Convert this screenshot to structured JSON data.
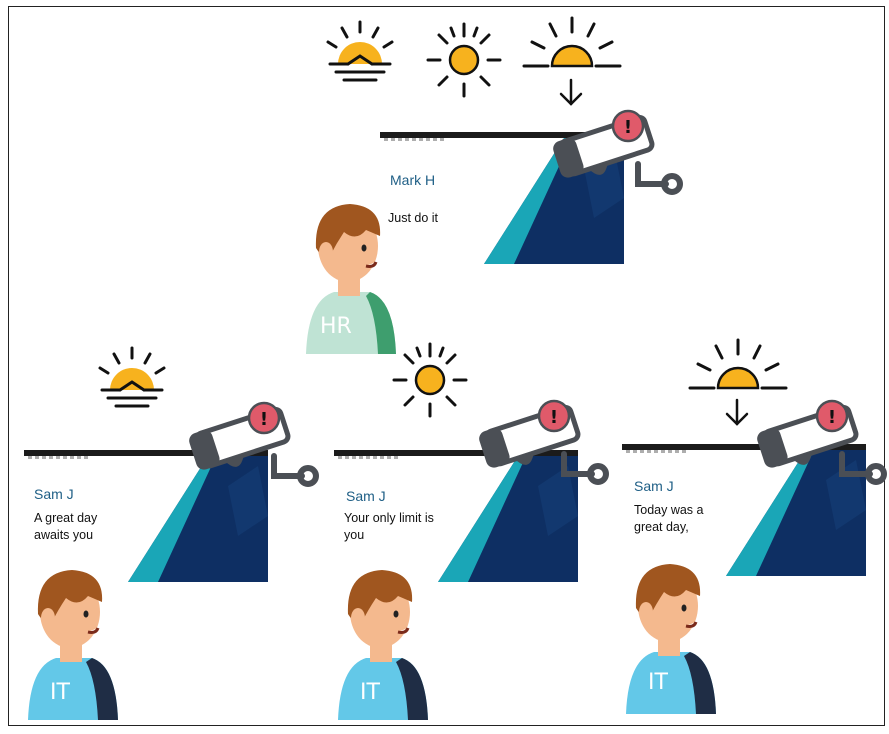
{
  "colors": {
    "sun": "#F7B21E",
    "line": "#111111",
    "slide_dark": "#0E2F63",
    "slide_teal": "#1AA6B7",
    "name_blue": "#1F5F86",
    "alert_red": "#E05A6A",
    "camera_gray": "#4B4F55",
    "hr_shirt": "#BFE3D4",
    "it_shirt": "#63C8E8",
    "jacket": "#1F2D45",
    "hair": "#A0561F",
    "skin": "#F4B98E"
  },
  "icons": [
    "sunrise-icon",
    "sun-icon",
    "sunset-icon",
    "arrow-down-icon",
    "security-camera-icon",
    "alert-icon",
    "person-icon"
  ],
  "top": {
    "slide": {
      "name": "Mark H",
      "message": "Just do it"
    },
    "person_badge": "HR"
  },
  "bottom": [
    {
      "slide": {
        "name": "Sam J",
        "message": "A great day awaits you"
      },
      "person_badge": "IT"
    },
    {
      "slide": {
        "name": "Sam J",
        "message": "Your only limit is you"
      },
      "person_badge": "IT"
    },
    {
      "slide": {
        "name": "Sam J",
        "message": "Today was a great day,"
      },
      "person_badge": "IT"
    }
  ]
}
